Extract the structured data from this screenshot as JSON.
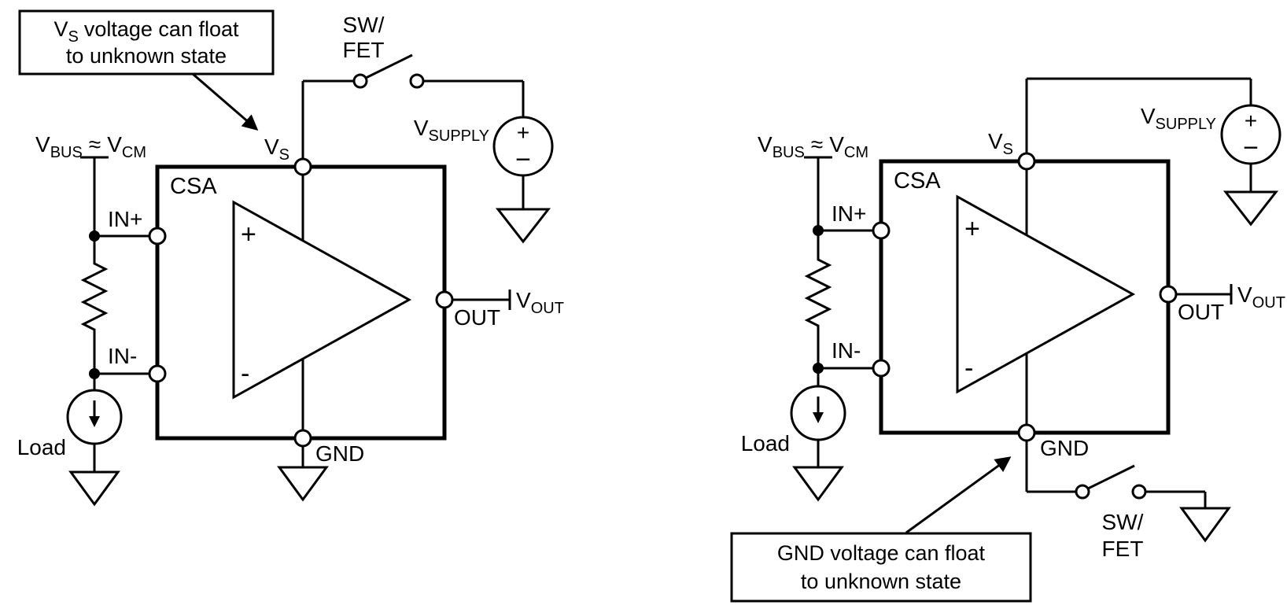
{
  "colors": {
    "line": "#000000",
    "background": "#ffffff"
  },
  "left": {
    "callout": {
      "v": "V",
      "v_sub": "S",
      "rest": "voltage can float",
      "line2": "to unknown state"
    },
    "sw": {
      "line1": "SW/",
      "line2": "FET"
    },
    "vsupply": {
      "v": "V",
      "sub": "SUPPLY",
      "plus": "+",
      "minus": "−"
    },
    "vbus": {
      "v1": "V",
      "sub1": "BUS",
      "approx": "≈",
      "v2": "V",
      "sub2": "CM"
    },
    "csa": "CSA",
    "vs": {
      "v": "V",
      "sub": "S"
    },
    "pins": {
      "in_plus": "IN+",
      "in_minus": "IN-",
      "out": "OUT",
      "gnd": "GND"
    },
    "opamp": {
      "plus": "+",
      "minus": "-"
    },
    "vout": {
      "v": "V",
      "sub": "OUT"
    },
    "load": "Load"
  },
  "right": {
    "callout": {
      "line1": "GND voltage can float",
      "line2": "to unknown state"
    },
    "sw": {
      "line1": "SW/",
      "line2": "FET"
    },
    "vsupply": {
      "v": "V",
      "sub": "SUPPLY",
      "plus": "+",
      "minus": "−"
    },
    "vbus": {
      "v1": "V",
      "sub1": "BUS",
      "approx": "≈",
      "v2": "V",
      "sub2": "CM"
    },
    "csa": "CSA",
    "vs": {
      "v": "V",
      "sub": "S"
    },
    "pins": {
      "in_plus": "IN+",
      "in_minus": "IN-",
      "out": "OUT",
      "gnd": "GND"
    },
    "opamp": {
      "plus": "+",
      "minus": "-"
    },
    "vout": {
      "v": "V",
      "sub": "OUT"
    },
    "load": "Load"
  }
}
